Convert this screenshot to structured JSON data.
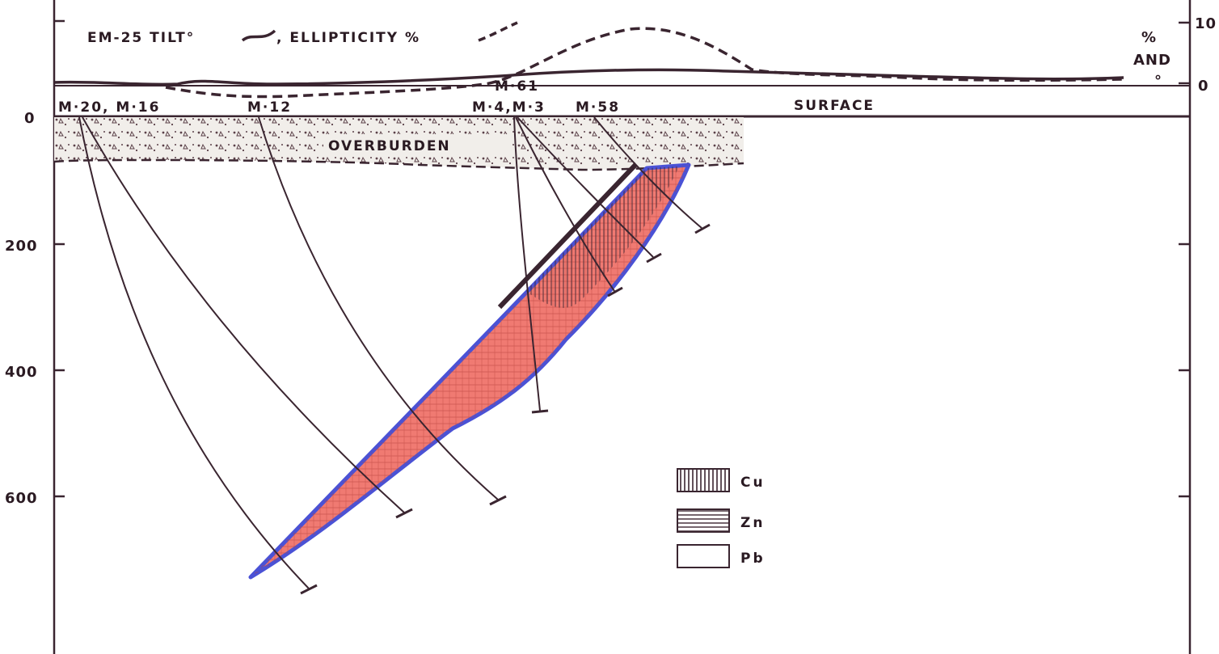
{
  "header": {
    "title_part1": "EM-25 TILT°",
    "title_part2": ", ELLIPTICITY %"
  },
  "right_axis": {
    "unit_line1": "%",
    "unit_line2": "AND",
    "unit_line3": "°",
    "ticks": [
      "10",
      "0"
    ]
  },
  "left_axis": {
    "ticks": [
      "0",
      "200",
      "400",
      "600"
    ]
  },
  "labels": {
    "surface": "SURFACE",
    "overburden": "OVERBURDEN",
    "hole_m20_m16": "M·20, M·16",
    "hole_m12": "M·12",
    "hole_m61": "M·61",
    "hole_m4_m3": "M·4,M·3",
    "hole_m58": "M·58"
  },
  "legend": {
    "cu": "Cu",
    "zn": "Zn",
    "pb": "Pb"
  },
  "colors": {
    "ink": "#3a2530",
    "orebody_fill": "#f07a72",
    "orebody_edge": "#4a52d6",
    "overburden_bg": "#f1eeea"
  }
}
